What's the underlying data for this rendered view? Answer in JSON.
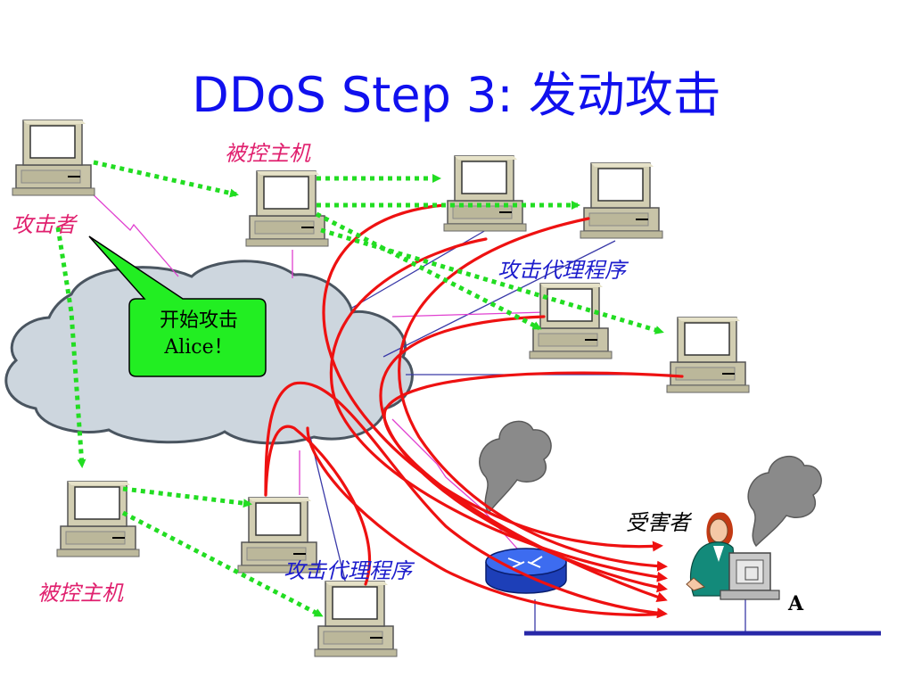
{
  "title": "DDoS Step 3: 发动攻击",
  "labels": {
    "attacker": "攻击者",
    "controlled_host_top": "被控主机",
    "controlled_host_bottom": "被控主机",
    "attack_agent_right": "攻击代理程序",
    "attack_agent_bottom": "攻击代理程序",
    "victim": "受害者",
    "victim_host": "A"
  },
  "speech_bubble": {
    "line1": "开始攻击",
    "line2": "Alice！"
  },
  "colors": {
    "title": "#1010ee",
    "pink_label": "#e0206e",
    "blue_label": "#1c1ccc",
    "green_arrow": "#22dd22",
    "red_attack": "#ee1111",
    "bubble_fill": "#22ee22",
    "cloud_fill": "#cdd6de",
    "router": "#2850d8"
  }
}
